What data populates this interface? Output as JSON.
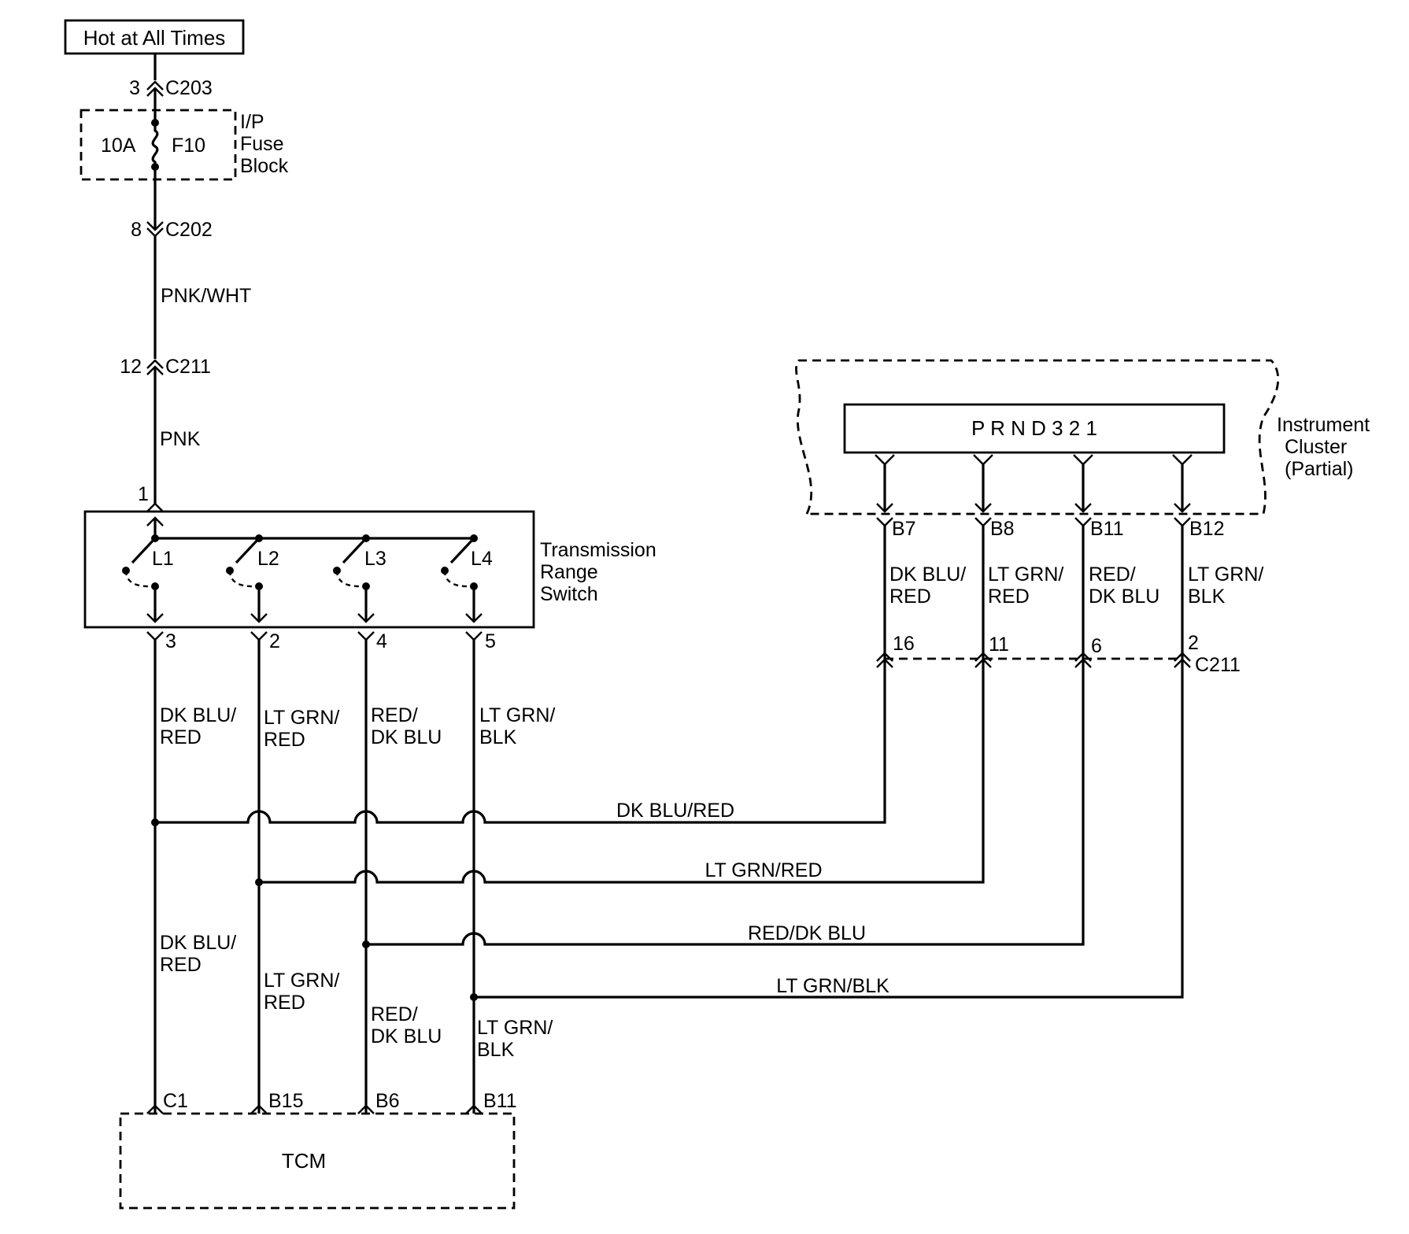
{
  "power": {
    "label": "Hot at All Times"
  },
  "connectors": {
    "c203": {
      "pin": "3",
      "name": "C203"
    },
    "c202": {
      "pin": "8",
      "name": "C202"
    },
    "c211_top": {
      "pin": "12",
      "name": "C211"
    }
  },
  "fuse": {
    "rating": "10A",
    "name": "F10",
    "block_label": [
      "I/P",
      "Fuse",
      "Block"
    ]
  },
  "wires_top": {
    "pnk_wht": "PNK/WHT",
    "pnk": "PNK"
  },
  "switch": {
    "name_lines": [
      "Transmission",
      "Range",
      "Switch"
    ],
    "input_pin": "1",
    "contacts": [
      "L1",
      "L2",
      "L3",
      "L4"
    ],
    "output_pins": [
      "3",
      "2",
      "4",
      "5"
    ]
  },
  "circuits": [
    {
      "color_top": [
        "DK BLU/",
        "RED"
      ],
      "color_bottom": [
        "DK BLU/",
        "RED"
      ],
      "bus_label": "DK BLU/RED",
      "tcm_pin": "C1",
      "cluster_pin": "B7",
      "c211_pin": "16",
      "cluster_color": [
        "DK BLU/",
        "RED"
      ]
    },
    {
      "color_top": [
        "LT GRN/",
        "RED"
      ],
      "color_bottom": [
        "LT GRN/",
        "RED"
      ],
      "bus_label": "LT GRN/RED",
      "tcm_pin": "B15",
      "cluster_pin": "B8",
      "c211_pin": "11",
      "cluster_color": [
        "LT GRN/",
        "RED"
      ]
    },
    {
      "color_top": [
        "RED/",
        "DK BLU"
      ],
      "color_bottom": [
        "RED/",
        "DK BLU"
      ],
      "bus_label": "RED/DK BLU",
      "tcm_pin": "B6",
      "cluster_pin": "B11",
      "c211_pin": "6",
      "cluster_color": [
        "RED/",
        "DK BLU"
      ]
    },
    {
      "color_top": [
        "LT GRN/",
        "BLK"
      ],
      "color_bottom": [
        "LT GRN/",
        "BLK"
      ],
      "bus_label": "LT GRN/BLK",
      "tcm_pin": "B11",
      "cluster_pin": "B12",
      "c211_pin": "2",
      "cluster_color": [
        "LT GRN/",
        "BLK"
      ]
    }
  ],
  "c211_bottom": {
    "name": "C211"
  },
  "cluster": {
    "display": "P R N D 3 2 1",
    "name_lines": [
      "Instrument",
      "Cluster",
      "(Partial)"
    ]
  },
  "tcm": {
    "label": "TCM"
  }
}
